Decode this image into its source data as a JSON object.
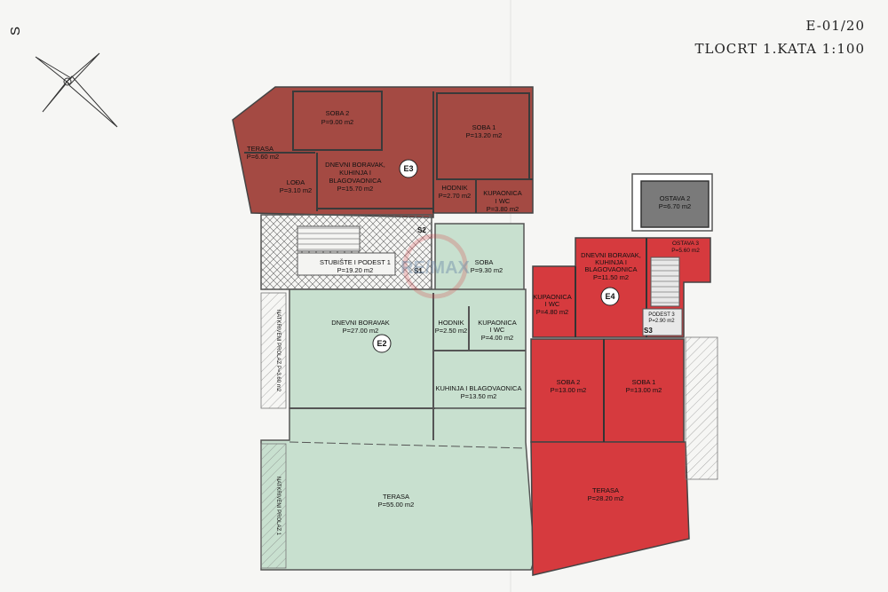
{
  "header": {
    "doc_code": "E-01/20",
    "title": "TLOCRT 1.KATA 1:100"
  },
  "compass": {
    "label": "S",
    "icon": "north-arrow-star-icon"
  },
  "watermark": "RE/MAX",
  "colors": {
    "unit_dark": "#a44a43",
    "unit_red": "#d63a3e",
    "unit_green": "#c8e0cf",
    "stair": "#e8e8e8",
    "grey_room": "#7a7a7a",
    "wall": "#555555"
  },
  "units": {
    "e3": "E3",
    "e2": "E2",
    "e4": "E4",
    "s1": "S1",
    "s2": "S2",
    "s3": "S3"
  },
  "rooms": {
    "e3_soba2": {
      "name": "SOBA 2",
      "area": "P=9.00 m2"
    },
    "e3_soba1": {
      "name": "SOBA 1",
      "area": "P=13.20 m2"
    },
    "e3_terasa": {
      "name": "TERASA",
      "area": "P=6.60 m2"
    },
    "e3_loda": {
      "name": "LOĐA",
      "area": "P=3.10 m2"
    },
    "e3_dnevni": {
      "name1": "DNEVNI BORAVAK,",
      "name2": "KUHINJA I",
      "name3": "BLAGOVAONICA",
      "area": "P=15.70 m2"
    },
    "e3_hodnik": {
      "name": "HODNIK",
      "area": "P=2.70 m2"
    },
    "e3_kupaonica": {
      "name1": "KUPAONICA",
      "name2": "I WC",
      "area": "P=3.80 m2"
    },
    "ostava2": {
      "name": "OSTAVA 2",
      "area": "P=6.70 m2"
    },
    "stubiste": {
      "name": "STUBIŠTE I PODEST 1",
      "area": "P=19.20 m2"
    },
    "e2_soba": {
      "name": "SOBA",
      "area": "P=9.30 m2"
    },
    "e2_dnevni": {
      "name": "DNEVNI BORAVAK",
      "area": "P=27.00 m2"
    },
    "e2_hodnik": {
      "name": "HODNIK",
      "area": "P=2.50 m2"
    },
    "e2_kupaonica": {
      "name1": "KUPAONICA",
      "name2": "I WC",
      "area": "P=4.00 m2"
    },
    "e2_kuhinja": {
      "name": "KUHINJA I BLAGOVAONICA",
      "area": "P=13.50 m2"
    },
    "e2_terasa": {
      "name": "TERASA",
      "area": "P=55.00 m2"
    },
    "e4_dnevni": {
      "name1": "DNEVNI BORAVAK,",
      "name2": "KUHINJA I",
      "name3": "BLAGOVAONICA",
      "area": "P=11.50 m2"
    },
    "ostava3": {
      "name": "OSTAVA 3",
      "area": "P=5.60 m2"
    },
    "e4_kupaonica": {
      "name1": "KUPAONICA",
      "name2": "I WC",
      "area": "P=4.80 m2"
    },
    "podest3": {
      "name": "PODEST 3",
      "area": "P=2.90 m2"
    },
    "e4_soba2": {
      "name": "SOBA 2",
      "area": "P=13.00 m2"
    },
    "e4_soba1": {
      "name": "SOBA 1",
      "area": "P=13.00 m2"
    },
    "e4_terasa": {
      "name": "TERASA",
      "area": "P=28.20 m2"
    }
  },
  "side_labels": {
    "left_top": "NATKRIVENI PROLAZ P=3.60 m2",
    "left_bottom": "NATKRIVENI PROLAZ 1"
  }
}
